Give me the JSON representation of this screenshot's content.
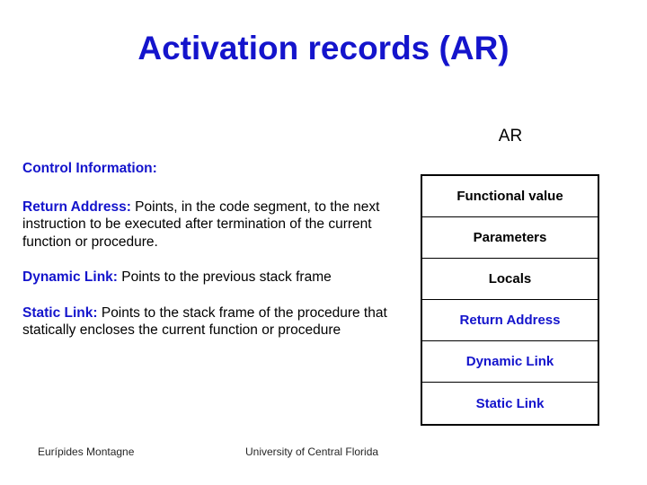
{
  "slide": {
    "title": "Activation records (AR)",
    "title_color": "#1414cc",
    "background_color": "#ffffff",
    "body_text_color": "#000000"
  },
  "diagram": {
    "caption": "AR",
    "caption_color": "#000000",
    "border_color": "#000000",
    "rows": [
      {
        "label": "Functional value",
        "color": "#000000"
      },
      {
        "label": "Parameters",
        "color": "#000000"
      },
      {
        "label": "Locals",
        "color": "#000000"
      },
      {
        "label": "Return Address",
        "color": "#1414cc"
      },
      {
        "label": "Dynamic Link",
        "color": "#1414cc"
      },
      {
        "label": "Static Link",
        "color": "#1414cc"
      }
    ]
  },
  "content": {
    "paragraphs": [
      {
        "label": "Control Information:",
        "text": ""
      },
      {
        "label": "Return Address:",
        "text": " Points, in the code segment, to the next instruction to be executed after termination of the current function or procedure."
      },
      {
        "label": "Dynamic Link:",
        "text": " Points to the previous stack frame"
      },
      {
        "label": "Static Link:",
        "text": " Points to the stack frame  of the procedure that statically encloses the current function or procedure"
      }
    ]
  },
  "footer": {
    "author": "Eurípides Montagne",
    "organization": "University of Central Florida"
  }
}
